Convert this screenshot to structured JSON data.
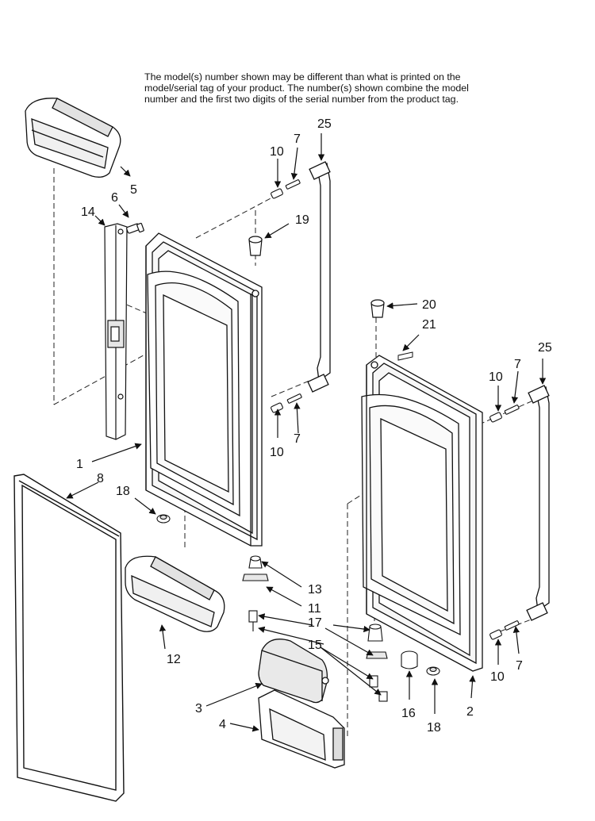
{
  "note": {
    "lines": [
      "The model(s) number shown may be different than what is printed on the",
      "model/serial tag of your product. The number(s) shown combine the model",
      "number and the first two digits of the serial number from the product tag."
    ]
  },
  "callouts": [
    {
      "id": "c1",
      "label": "1"
    },
    {
      "id": "c2",
      "label": "2"
    },
    {
      "id": "c3",
      "label": "3"
    },
    {
      "id": "c4",
      "label": "4"
    },
    {
      "id": "c5",
      "label": "5"
    },
    {
      "id": "c6",
      "label": "6"
    },
    {
      "id": "c7a",
      "label": "7"
    },
    {
      "id": "c7b",
      "label": "7"
    },
    {
      "id": "c7c",
      "label": "7"
    },
    {
      "id": "c7d",
      "label": "7"
    },
    {
      "id": "c8",
      "label": "8"
    },
    {
      "id": "c10a",
      "label": "10"
    },
    {
      "id": "c10b",
      "label": "10"
    },
    {
      "id": "c10c",
      "label": "10"
    },
    {
      "id": "c10d",
      "label": "10"
    },
    {
      "id": "c11",
      "label": "11"
    },
    {
      "id": "c12",
      "label": "12"
    },
    {
      "id": "c13",
      "label": "13"
    },
    {
      "id": "c14",
      "label": "14"
    },
    {
      "id": "c15",
      "label": "15"
    },
    {
      "id": "c16",
      "label": "16"
    },
    {
      "id": "c17",
      "label": "17"
    },
    {
      "id": "c18a",
      "label": "18"
    },
    {
      "id": "c18b",
      "label": "18"
    },
    {
      "id": "c19",
      "label": "19"
    },
    {
      "id": "c20",
      "label": "20"
    },
    {
      "id": "c21",
      "label": "21"
    },
    {
      "id": "c25a",
      "label": "25"
    },
    {
      "id": "c25b",
      "label": "25"
    }
  ]
}
